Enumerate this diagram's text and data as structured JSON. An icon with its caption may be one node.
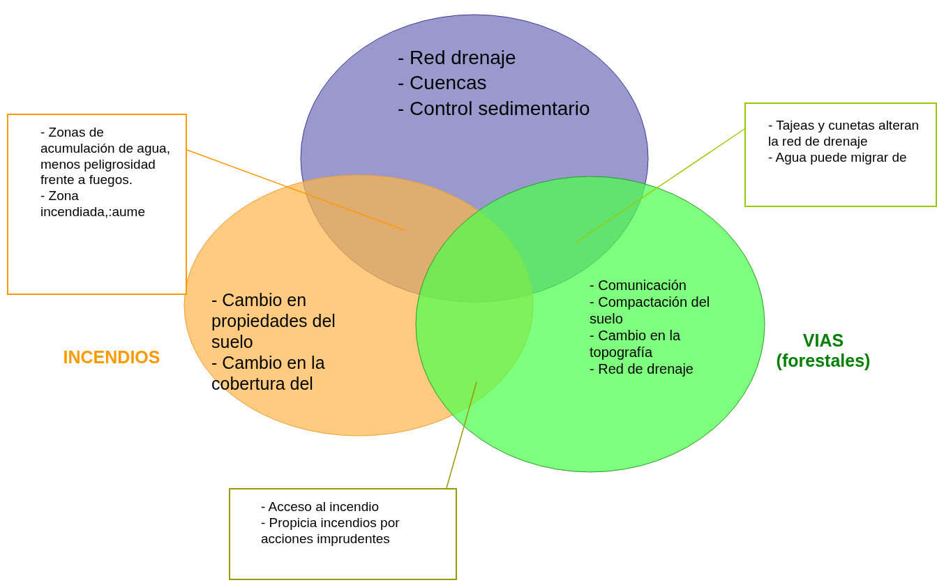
{
  "diagram": {
    "nodes": [
      {
        "text": [
          "- Red drenaje",
          "- Cuencas",
          "- Control sedimentario"
        ]
      },
      {
        "text": [
          "- Cambio en propiedades del suelo",
          "- Cambio en la cobertura del"
        ],
        "beside": [
          "INCENDIOS"
        ]
      },
      {
        "text": [
          "- Comunicación",
          "- Compactación del suelo",
          "- Cambio en la topografía",
          "- Red de drenaje"
        ],
        "beside": [
          "VIAS (forestales)"
        ]
      },
      {
        "text": [
          "- Zonas de acumulación de agua, menos peligrosidad frente a fuegos.",
          "- Zona incendiada,:aume"
        ]
      },
      {
        "text": [
          "- Tajeas y cunetas alteran la red de drenaje",
          "- Agua puede migrar de"
        ]
      },
      {
        "text": [
          "- Acceso al incendio",
          "- Propicia incendios por acciones imprudentes"
        ]
      }
    ],
    "edges": [
      {
        "from": 3,
        "to": 1,
        "arrow": "none",
        "color": "#ff9900"
      },
      {
        "from": 4,
        "to": 0,
        "arrow": "none",
        "color": "#99cc00"
      },
      {
        "from": 5,
        "to": 1,
        "arrow": "none",
        "color": "#999900"
      }
    ]
  }
}
